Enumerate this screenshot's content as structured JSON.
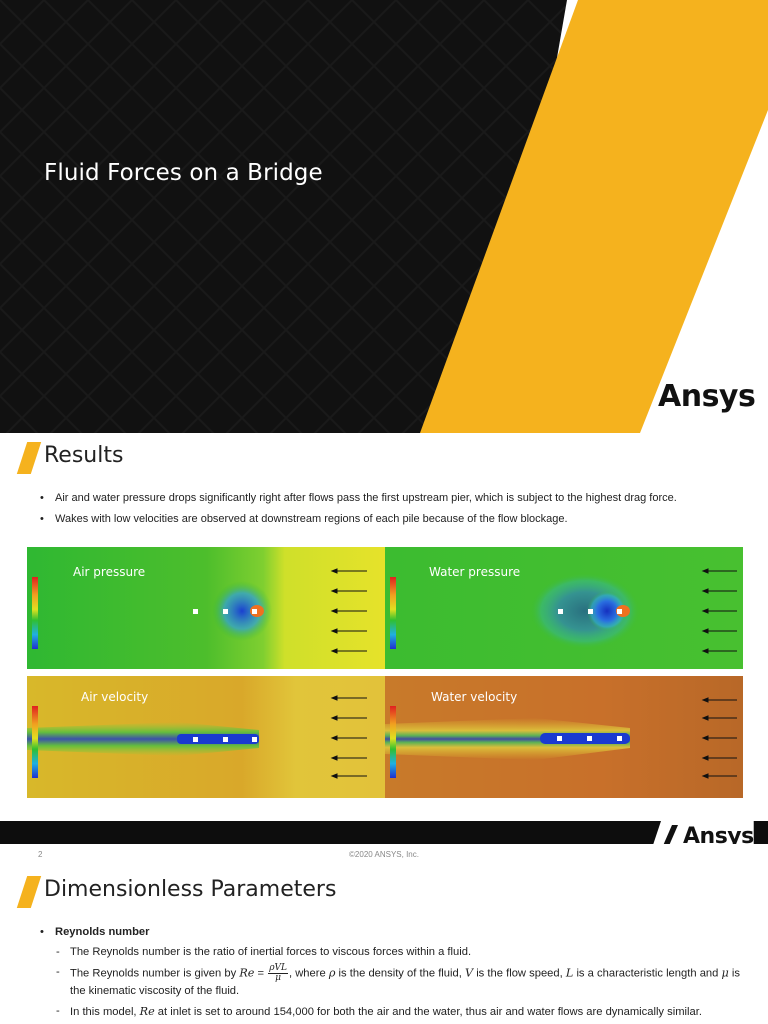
{
  "slide1": {
    "title": "Fluid Forces on a Bridge",
    "logo_text": "Ansys"
  },
  "slide2": {
    "heading": "Results",
    "bullets": [
      "Air and water pressure drops significantly right after flows pass the first upstream pier, which is subject to the highest drag force.",
      "Wakes with low velocities are observed at downstream regions of each pile because of the flow blockage."
    ],
    "panels": {
      "air_pressure": "Air pressure",
      "water_pressure": "Water pressure",
      "air_velocity": "Air velocity",
      "water_velocity": "Water velocity"
    },
    "logo_text": "Ansys"
  },
  "slide3": {
    "page_number": "2",
    "copyright": "©2020 ANSYS, Inc.",
    "heading": "Dimensionless Parameters",
    "reynolds": {
      "title": "Reynolds number",
      "item1": "The Reynolds number is the ratio of inertial forces to viscous forces within a fluid.",
      "item2_a": "The Reynolds number is given by ",
      "item2_formula_lhs": "Re",
      "item2_formula_num": "ρVL",
      "item2_formula_den": "μ",
      "item2_b": ", where ",
      "item2_rho": "ρ",
      "item2_c": " is the density of the fluid, ",
      "item2_v": "V",
      "item2_d": " is the flow speed, ",
      "item2_l": "L",
      "item2_e": " is a characteristic length and ",
      "item2_mu": "μ",
      "item2_f": " is the kinematic viscosity of the fluid.",
      "item3_a": "In this model, ",
      "item3_re": "Re",
      "item3_b": " at inlet is set to around 154,000 for both the air and the water, thus air and water flows are dynamically similar."
    }
  },
  "colors": {
    "accent": "#f5b21e",
    "dark": "#111111",
    "text": "#222222"
  }
}
